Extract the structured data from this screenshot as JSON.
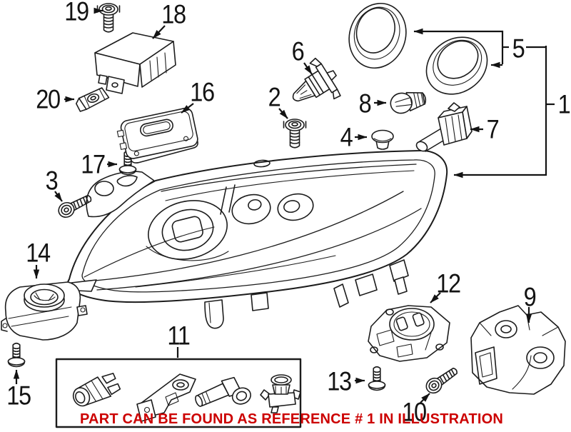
{
  "palette": {
    "background": "#ffffff",
    "line": "#1c1c1c",
    "label": "#131313",
    "note_red": "#cc0000"
  },
  "note": {
    "text": "PART CAN BE FOUND AS REFERENCE # 1 IN ILLUSTRATION",
    "color": "#cc0000"
  },
  "callouts": [
    {
      "ref": "1",
      "part": "headlight-assembly"
    },
    {
      "ref": "2",
      "part": "screw"
    },
    {
      "ref": "3",
      "part": "bolt"
    },
    {
      "ref": "4",
      "part": "cap"
    },
    {
      "ref": "5",
      "part": "seal-rings"
    },
    {
      "ref": "6",
      "part": "halogen-bulb"
    },
    {
      "ref": "7",
      "part": "bulb-socket"
    },
    {
      "ref": "8",
      "part": "signal-bulb"
    },
    {
      "ref": "9",
      "part": "mounting-bracket"
    },
    {
      "ref": "10",
      "part": "bolt"
    },
    {
      "ref": "11",
      "part": "bulb-holder-kit"
    },
    {
      "ref": "12",
      "part": "control-module"
    },
    {
      "ref": "13",
      "part": "screw"
    },
    {
      "ref": "14",
      "part": "ballast-unit"
    },
    {
      "ref": "15",
      "part": "screw"
    },
    {
      "ref": "16",
      "part": "control-module"
    },
    {
      "ref": "17",
      "part": "screw"
    },
    {
      "ref": "18",
      "part": "relay-module"
    },
    {
      "ref": "19",
      "part": "screw"
    },
    {
      "ref": "20",
      "part": "retaining-clip"
    }
  ]
}
